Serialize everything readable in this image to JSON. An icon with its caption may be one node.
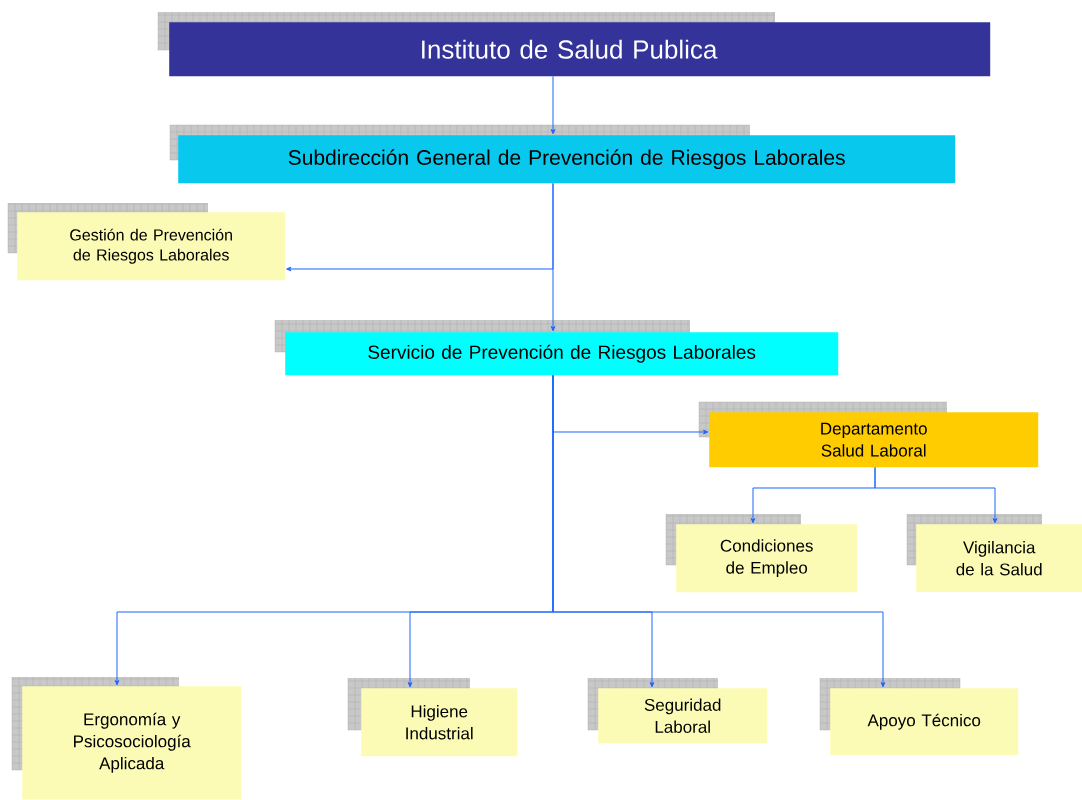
{
  "diagram": {
    "nodes": [
      {
        "text": [
          "Instituto de Salud Publica"
        ]
      },
      {
        "text": [
          "Subdirección General de Prevención de Riesgos Laborales"
        ]
      },
      {
        "text": [
          "Gestión de Prevención de Riesgos Laborales"
        ]
      },
      {
        "text": [
          "Servicio de Prevención de Riesgos Laborales"
        ]
      },
      {
        "text": [
          "Departamento Salud Laboral"
        ]
      },
      {
        "text": [
          "Condiciones de Empleo"
        ]
      },
      {
        "text": [
          "Vigilancia de la Salud"
        ]
      },
      {
        "text": [
          "Ergonomía y Psicosociología Aplicada"
        ]
      },
      {
        "text": [
          "Higiene Industrial"
        ]
      },
      {
        "text": [
          "Seguridad Laboral"
        ]
      },
      {
        "text": [
          "Apoyo Técnico"
        ]
      }
    ],
    "edges": [
      {
        "from": 0,
        "to": 1,
        "arrow": "to"
      },
      {
        "from": 1,
        "to": 2,
        "arrow": "to"
      },
      {
        "from": 1,
        "to": 3,
        "arrow": "to"
      },
      {
        "from": 3,
        "to": 4,
        "arrow": "to"
      },
      {
        "from": 4,
        "to": 5,
        "arrow": "to"
      },
      {
        "from": 4,
        "to": 6,
        "arrow": "to"
      },
      {
        "from": 3,
        "to": 7,
        "arrow": "to"
      },
      {
        "from": 3,
        "to": 8,
        "arrow": "to"
      },
      {
        "from": 3,
        "to": 9,
        "arrow": "to"
      },
      {
        "from": 3,
        "to": 10,
        "arrow": "to"
      }
    ]
  }
}
